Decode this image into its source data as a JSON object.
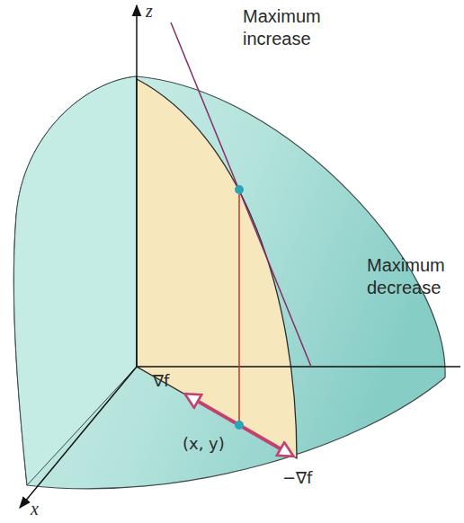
{
  "diagram": {
    "labels": [
      "z",
      "Maximum increase",
      "Maximum decrease",
      "∇f",
      "(x, y)",
      "−∇f",
      "x"
    ]
  }
}
